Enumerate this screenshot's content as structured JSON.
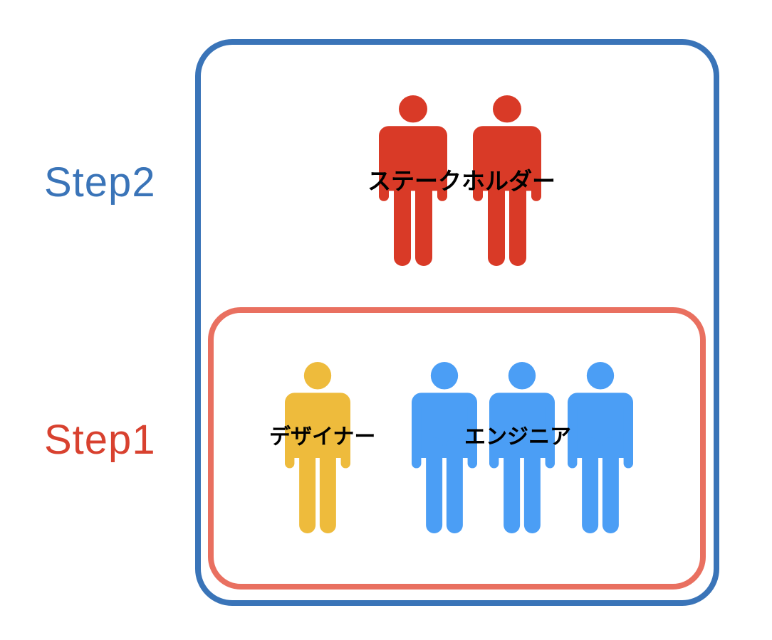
{
  "steps": {
    "step2": {
      "label": "Step2",
      "color": "#3A74B8"
    },
    "step1": {
      "label": "Step1",
      "color": "#D8412F"
    }
  },
  "frames": {
    "outer": {
      "border_color": "#3A74B8"
    },
    "inner": {
      "border_color": "#E97060"
    }
  },
  "groups": {
    "stakeholders": {
      "label": "ステークホルダー",
      "count": 2,
      "color": "#D93A27"
    },
    "designer": {
      "label": "デザイナー",
      "count": 1,
      "color": "#EEBB3C"
    },
    "engineers": {
      "label": "エンジニア",
      "count": 3,
      "color": "#4B9EF5"
    }
  }
}
